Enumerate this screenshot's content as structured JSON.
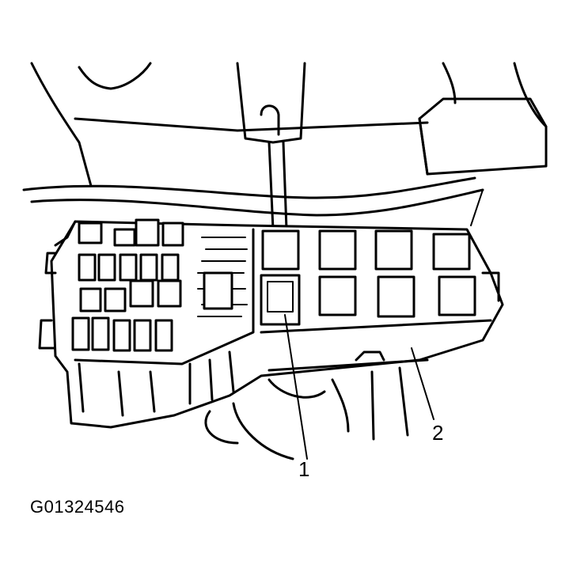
{
  "figure_id": "G01324546",
  "callouts": [
    {
      "label": "1",
      "target": "relay"
    },
    {
      "label": "2",
      "target": "relay-fuse-block"
    }
  ],
  "colors": {
    "ink": "#000000",
    "background": "#ffffff"
  }
}
